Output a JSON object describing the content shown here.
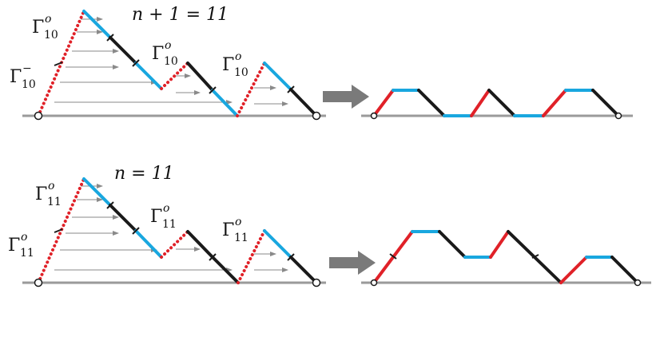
{
  "colors": {
    "red": "#e02128",
    "blue": "#19a7df",
    "black": "#1a1a1a",
    "axis": "#9a9a9a",
    "arrow_thin": "#8a8a8a",
    "arrow_big": "#7a7a7a",
    "dot": "#e02128"
  },
  "top_panel": {
    "equation": "n + 1 = 11",
    "labels": [
      {
        "base": "Γ",
        "sub": "10",
        "sup": "o"
      },
      {
        "base": "Γ",
        "sub": "10",
        "sup": "o"
      },
      {
        "base": "Γ",
        "sub": "10",
        "sup": "o"
      },
      {
        "base": "Γ",
        "sub": "10",
        "sup": "−"
      }
    ]
  },
  "bottom_panel": {
    "equation": "n = 11",
    "labels": [
      {
        "base": "Γ",
        "sub": "11",
        "sup": "o"
      },
      {
        "base": "Γ",
        "sub": "11",
        "sup": "o"
      },
      {
        "base": "Γ",
        "sub": "11",
        "sup": "o"
      },
      {
        "base": "Γ",
        "sub": "11",
        "sup": "o"
      }
    ]
  }
}
